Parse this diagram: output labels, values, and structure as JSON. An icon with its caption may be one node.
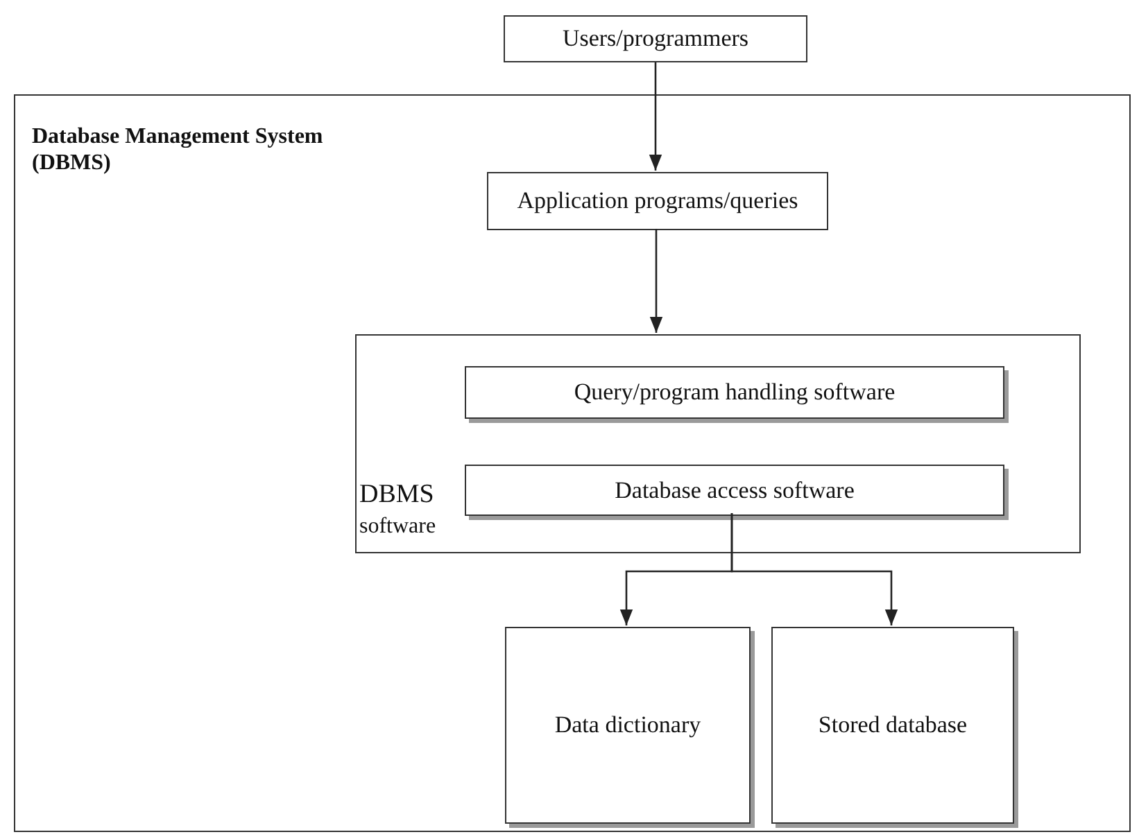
{
  "diagram": {
    "nodes": [
      {
        "text": [
          "Users/programmers"
        ]
      },
      {
        "text": [
          "Database Management System (DBMS)"
        ]
      },
      {
        "text": [
          "Application programs/queries"
        ],
        "in": 1
      },
      {
        "text": [
          "DBMS",
          "software"
        ],
        "in": 1
      },
      {
        "text": [
          "Query/program handling software"
        ],
        "in": 3
      },
      {
        "text": [
          "Database access software"
        ],
        "in": 3
      },
      {
        "text": [
          "Data dictionary"
        ],
        "in": 1
      },
      {
        "text": [
          "Stored database"
        ],
        "in": 1
      }
    ],
    "edges": [
      {
        "from": 0,
        "to": 2,
        "arrow": "to"
      },
      {
        "from": 2,
        "to": 3,
        "arrow": "to"
      },
      {
        "from": 5,
        "to": 6,
        "arrow": "to"
      },
      {
        "from": 5,
        "to": 7,
        "arrow": "to"
      }
    ]
  }
}
